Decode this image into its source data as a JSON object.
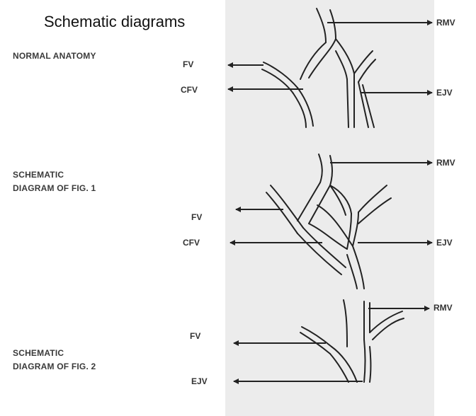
{
  "title": "Schematic diagrams",
  "sections": [
    {
      "label_lines": [
        "NORMAL ANATOMY"
      ],
      "left_labels": [
        "FV",
        "CFV"
      ],
      "right_labels": [
        "RMV",
        "EJV"
      ]
    },
    {
      "label_lines": [
        "SCHEMATIC",
        "DIAGRAM OF FIG. 1"
      ],
      "left_labels": [
        "FV",
        "CFV"
      ],
      "right_labels": [
        "RMV",
        "EJV"
      ]
    },
    {
      "label_lines": [
        "SCHEMATIC",
        "DIAGRAM OF FIG. 2"
      ],
      "left_labels": [
        "FV",
        "EJV"
      ],
      "right_labels": [
        "RMV"
      ]
    }
  ]
}
